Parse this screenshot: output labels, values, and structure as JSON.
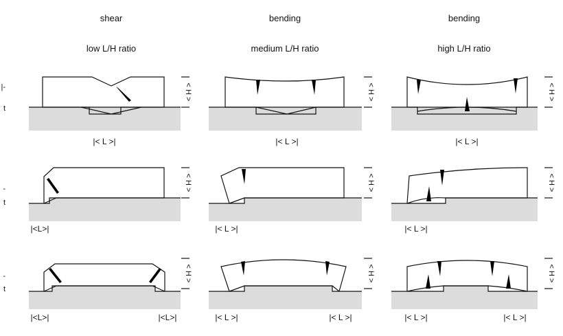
{
  "columns": [
    {
      "mode": "shear",
      "ratio": "low L/H ratio"
    },
    {
      "mode": "bending",
      "ratio": "medium L/H ratio"
    },
    {
      "mode": "bending",
      "ratio": "high L/H ratio"
    }
  ],
  "span_labels": [
    [
      "|< L >|",
      "|<   L   >|",
      "|<          L          >|"
    ],
    [
      "|<L>|",
      "|< L >|",
      "|<    L    >|"
    ],
    [
      "|<L>|",
      "|< L >|",
      "|<    L    >|"
    ]
  ],
  "span_labels_right": [
    [
      "",
      "",
      ""
    ],
    [
      "",
      "",
      ""
    ],
    [
      "|<L>|",
      "|< L >|",
      "|<    L    >|"
    ]
  ],
  "height_label": "< H >",
  "left_margin_marks": [
    {
      "top": "|-",
      "bottom": "t"
    },
    {
      "top": "-",
      "bottom": "t"
    },
    {
      "top": "-",
      "bottom": "t"
    }
  ],
  "colors": {
    "ground": "#dcdcdc",
    "line": "#111111",
    "crack": "#000000"
  }
}
